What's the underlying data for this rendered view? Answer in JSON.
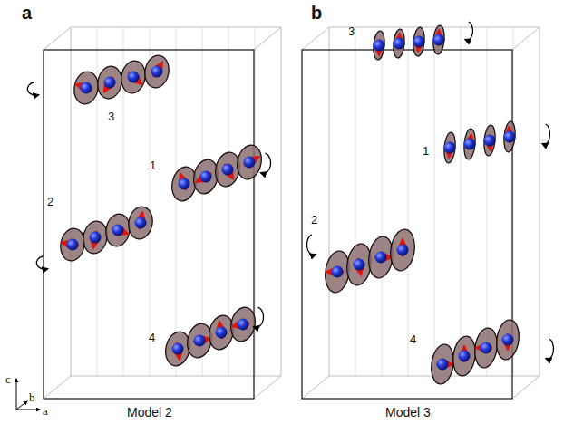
{
  "diagram": {
    "labels": [
      "a",
      "b",
      "3",
      "1",
      "2",
      "4",
      "3",
      "1",
      "2",
      "4",
      "c",
      "b",
      "a",
      "Model 2",
      "Model 3"
    ]
  }
}
